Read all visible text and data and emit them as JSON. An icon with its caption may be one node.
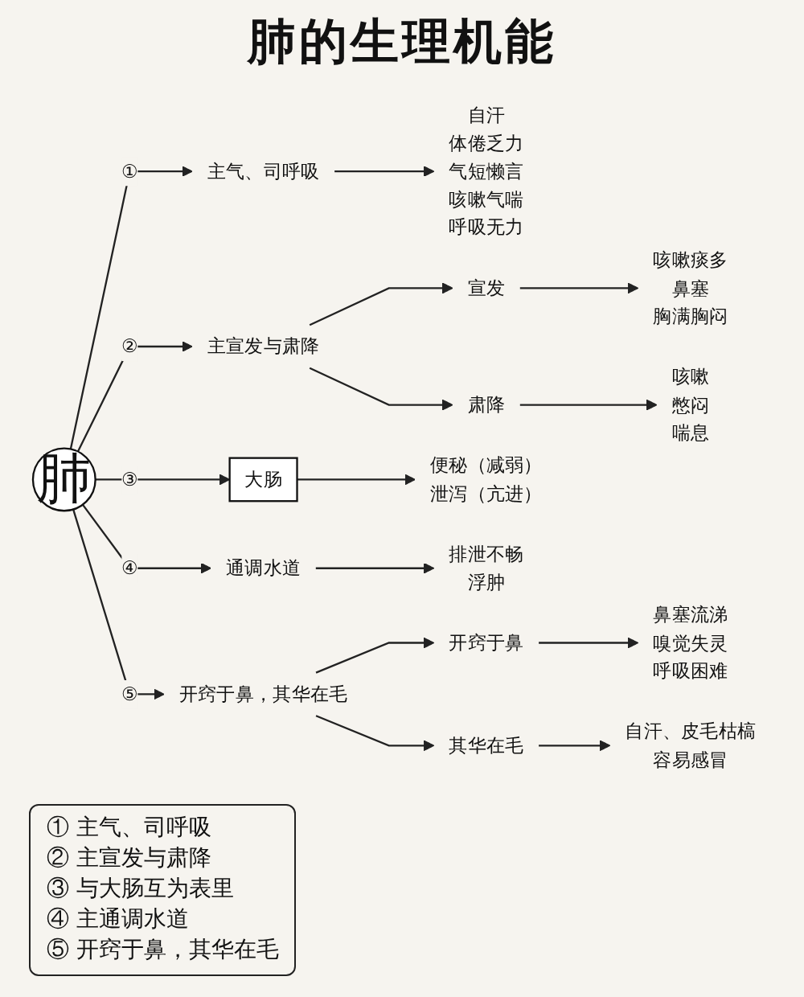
{
  "diagram": {
    "title": "肺的生理机能",
    "nodes": [
      {
        "text": [
          "肺"
        ]
      },
      {
        "text": [
          "主气、司呼吸"
        ]
      },
      {
        "text": [
          "自汗",
          "体倦乏力",
          "气短懒言",
          "咳嗽气喘",
          "呼吸无力"
        ]
      },
      {
        "text": [
          "主宣发与肃降"
        ]
      },
      {
        "text": [
          "宣发"
        ]
      },
      {
        "text": [
          "咳嗽痰多",
          "鼻塞",
          "胸满胸闷"
        ]
      },
      {
        "text": [
          "肃降"
        ]
      },
      {
        "text": [
          "咳嗽",
          "憋闷",
          "喘息"
        ]
      },
      {
        "text": [
          "大肠"
        ]
      },
      {
        "text": [
          "便秘（减弱）",
          "泄泻（亢进）"
        ]
      },
      {
        "text": [
          "通调水道"
        ]
      },
      {
        "text": [
          "排泄不畅",
          "浮肿"
        ]
      },
      {
        "text": [
          "开窍于鼻，其华在毛"
        ]
      },
      {
        "text": [
          "开窍于鼻"
        ]
      },
      {
        "text": [
          "鼻塞流涕",
          "嗅觉失灵",
          "呼吸困难"
        ]
      },
      {
        "text": [
          "其华在毛"
        ]
      },
      {
        "text": [
          "自汗、皮毛枯槁",
          "容易感冒"
        ]
      }
    ],
    "edges": [
      {
        "from": 0,
        "to": 1,
        "arrow": "to",
        "label": "①"
      },
      {
        "from": 1,
        "to": 2,
        "arrow": "to"
      },
      {
        "from": 0,
        "to": 3,
        "arrow": "to",
        "label": "②"
      },
      {
        "from": 3,
        "to": 4,
        "arrow": "to"
      },
      {
        "from": 3,
        "to": 6,
        "arrow": "to"
      },
      {
        "from": 4,
        "to": 5,
        "arrow": "to"
      },
      {
        "from": 6,
        "to": 7,
        "arrow": "to"
      },
      {
        "from": 0,
        "to": 8,
        "arrow": "to",
        "label": "③"
      },
      {
        "from": 8,
        "to": 9,
        "arrow": "to"
      },
      {
        "from": 0,
        "to": 10,
        "arrow": "to",
        "label": "④"
      },
      {
        "from": 10,
        "to": 11,
        "arrow": "to"
      },
      {
        "from": 0,
        "to": 12,
        "arrow": "to",
        "label": "⑤"
      },
      {
        "from": 12,
        "to": 13,
        "arrow": "to"
      },
      {
        "from": 12,
        "to": 15,
        "arrow": "to"
      },
      {
        "from": 13,
        "to": 14,
        "arrow": "to"
      },
      {
        "from": 15,
        "to": 16,
        "arrow": "to"
      }
    ],
    "labels": [
      "① 主气、司呼吸",
      "② 主宣发与肃降",
      "③ 与大肠互为表里",
      "④ 主通调水道",
      "⑤ 开窍于鼻，其华在毛"
    ]
  }
}
